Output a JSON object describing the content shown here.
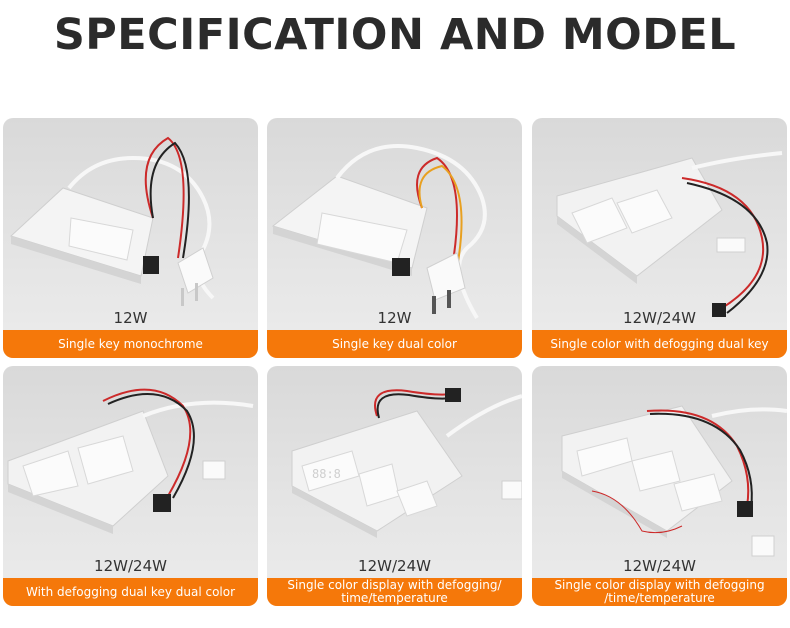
{
  "page": {
    "title": "SPECIFICATION AND MODEL"
  },
  "products": [
    {
      "power": "12W",
      "label": "Single key monochrome"
    },
    {
      "power": "12W",
      "label": "Single key dual color"
    },
    {
      "power": "12W/24W",
      "label": "Single color with defogging dual key"
    },
    {
      "power": "12W/24W",
      "label": "With defogging dual key dual color"
    },
    {
      "power": "12W/24W",
      "label_line1": "Single color display with defogging/",
      "label_line2": "time/temperature"
    },
    {
      "power": "12W/24W",
      "label_line1": "Single color display with defogging",
      "label_line2": "/time/temperature"
    }
  ],
  "colors": {
    "accent": "#f5780a",
    "title": "#2b2b2b",
    "card_bg": "#e3e3e3"
  }
}
